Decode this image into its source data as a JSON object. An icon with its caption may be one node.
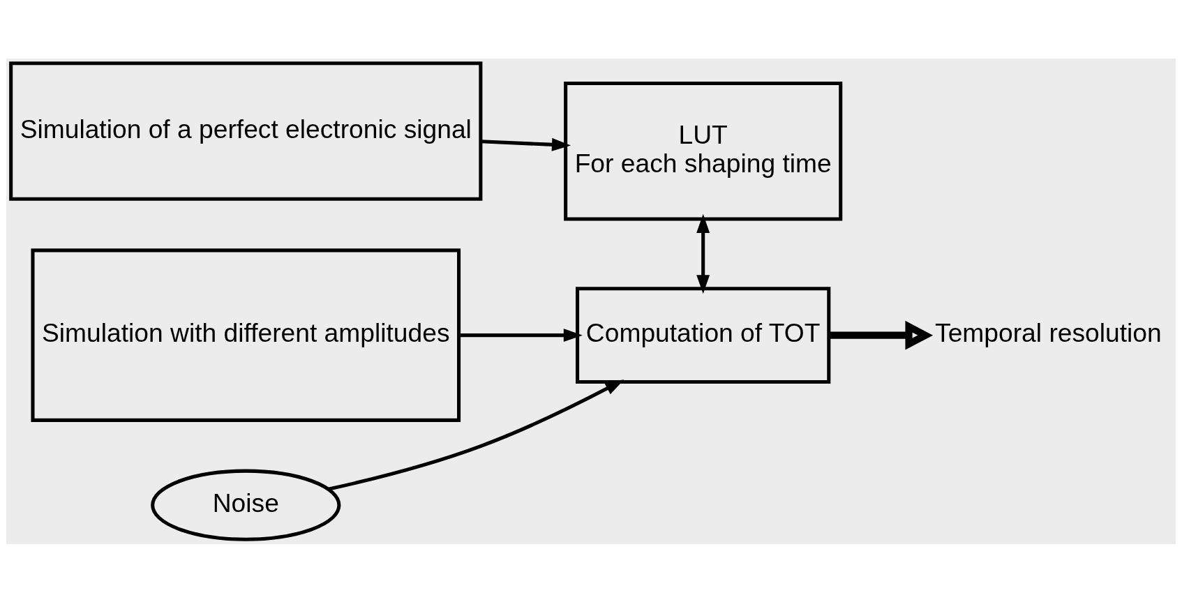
{
  "diagram": {
    "nodes": [
      {
        "text": [
          "Simulation of a perfect electronic signal"
        ]
      },
      {
        "text": [
          "LUT",
          "For each shaping time"
        ]
      },
      {
        "text": [
          "Simulation with different amplitudes"
        ]
      },
      {
        "text": [
          "Computation of TOT"
        ]
      },
      {
        "text": [
          "Noise"
        ]
      },
      {
        "text": [
          "Temporal resolution"
        ]
      }
    ],
    "edges": [
      {
        "from": 0,
        "to": 1,
        "arrow": "to"
      },
      {
        "from": 1,
        "to": 3,
        "arrow": "both"
      },
      {
        "from": 2,
        "to": 3,
        "arrow": "to"
      },
      {
        "from": 4,
        "to": 3,
        "arrow": "to"
      },
      {
        "from": 3,
        "to": 5,
        "arrow": "to",
        "style": "thick"
      }
    ]
  }
}
